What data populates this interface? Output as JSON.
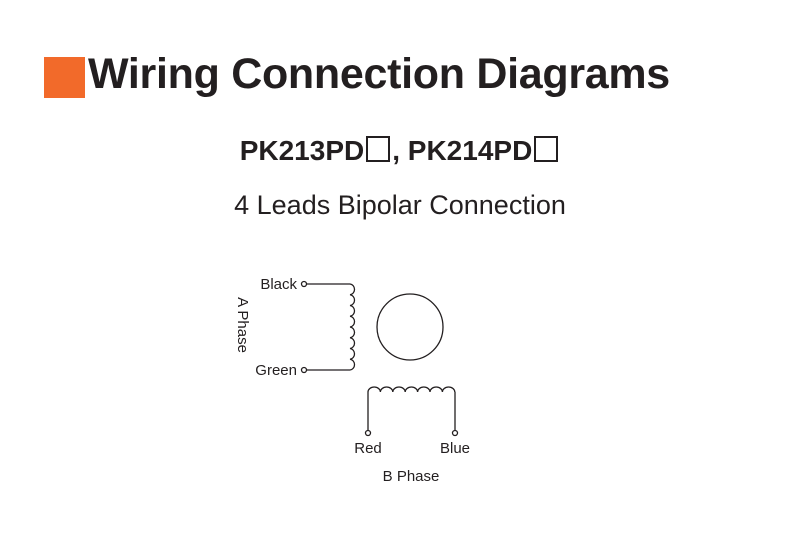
{
  "header": {
    "title": "Wiring Connection Diagrams",
    "accent_color": "#f26a2a"
  },
  "subtitle": {
    "model1": "PK213PD",
    "separator": ", ",
    "model2": "PK214PD"
  },
  "connection_type": "4 Leads Bipolar Connection",
  "diagram": {
    "a_phase_label": "A Phase",
    "b_phase_label": "B Phase",
    "leads": {
      "black": "Black",
      "green": "Green",
      "red": "Red",
      "blue": "Blue"
    }
  }
}
